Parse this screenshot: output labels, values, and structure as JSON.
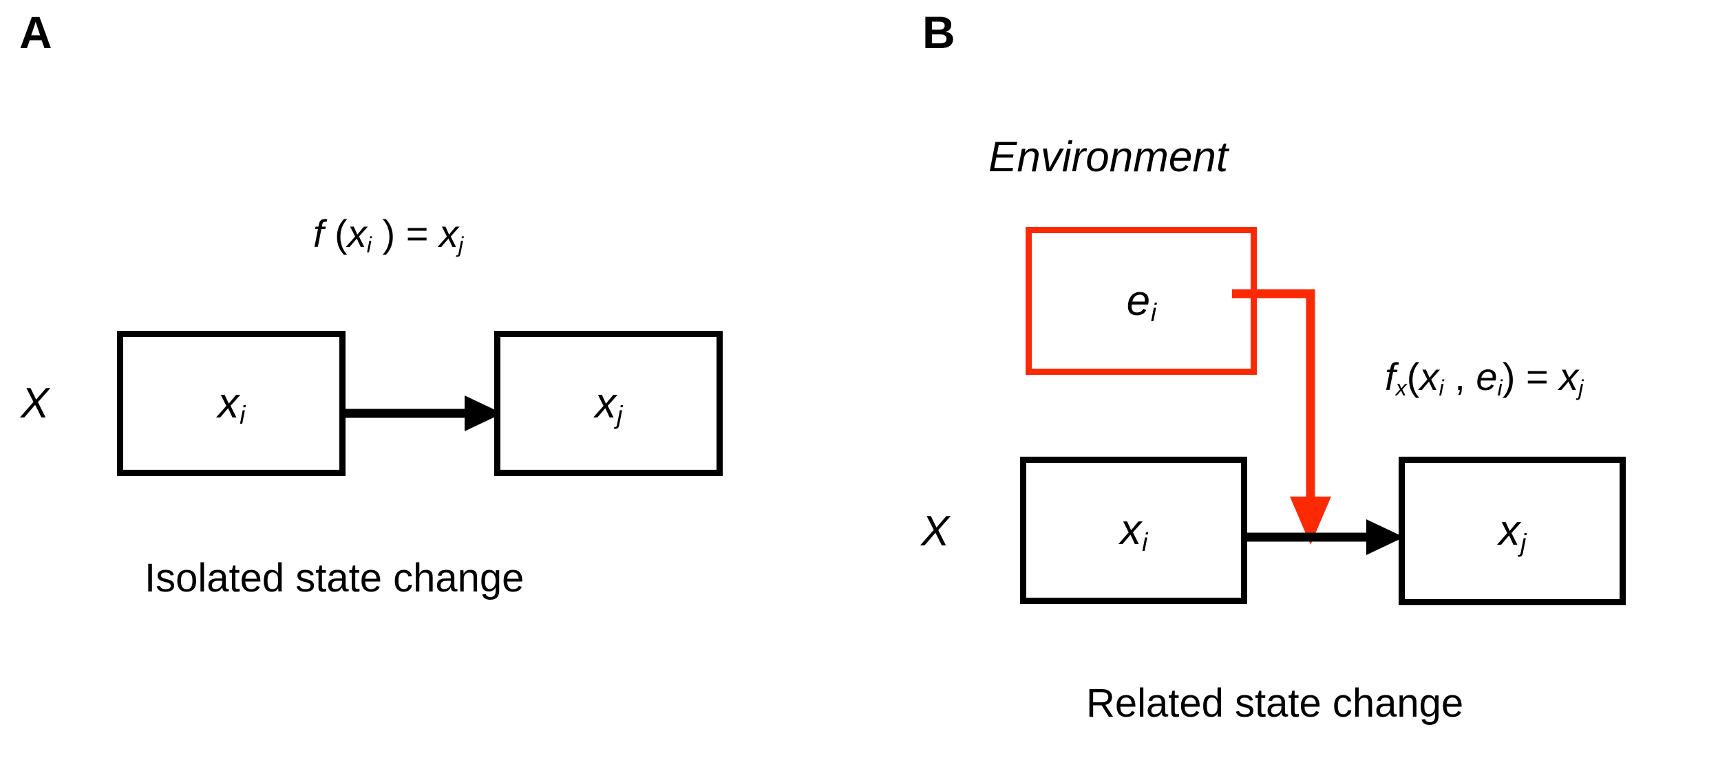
{
  "figure": {
    "background_color": "#ffffff",
    "accent_color": "#FB2A05",
    "line_color": "#000000"
  },
  "panels": [
    {
      "letter": "A",
      "set_label": "X",
      "equation": {
        "function": "f",
        "open": " (",
        "arg": "x",
        "arg_sub": "i",
        "close": " )",
        "equals": " = ",
        "result": "x",
        "result_sub": "j",
        "full_text": "f (x i ) = x j"
      },
      "nodes": [
        {
          "id": "a-xi",
          "symbol": "x",
          "subscript": "i",
          "border_color": "#000000"
        },
        {
          "id": "a-xj",
          "symbol": "x",
          "subscript": "j",
          "border_color": "#000000"
        }
      ],
      "arrows": [
        {
          "id": "a-transition",
          "color": "#000000",
          "direction": "right"
        }
      ],
      "caption": "Isolated state change"
    },
    {
      "letter": "B",
      "set_label": "X",
      "environment_title": "Environment",
      "equation": {
        "function": "f",
        "function_sub": "x",
        "open": "(",
        "arg1": "x",
        "arg1_sub": "i",
        "comma": " , ",
        "arg2": "e",
        "arg2_sub": "i",
        "close": ")",
        "equals": " = ",
        "result": "x",
        "result_sub": "j",
        "full_text": "fx(x i , e i ) = x j"
      },
      "nodes": [
        {
          "id": "b-ei",
          "symbol": "e",
          "subscript": "i",
          "border_color": "#FB2A05"
        },
        {
          "id": "b-xi",
          "symbol": "x",
          "subscript": "i",
          "border_color": "#000000"
        },
        {
          "id": "b-xj",
          "symbol": "x",
          "subscript": "j",
          "border_color": "#000000"
        }
      ],
      "arrows": [
        {
          "id": "b-transition",
          "color": "#000000",
          "direction": "right"
        },
        {
          "id": "b-env-link",
          "color": "#FB2A05",
          "direction": "down-elbow"
        }
      ],
      "caption": "Related state change"
    }
  ]
}
